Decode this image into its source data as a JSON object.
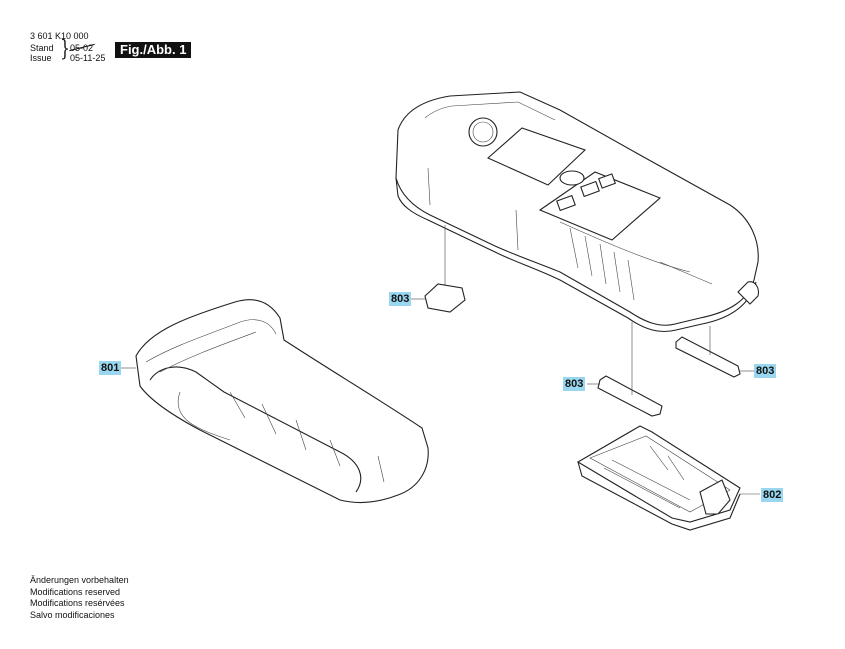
{
  "header": {
    "part_number": "3 601 K10 000",
    "stand_label": "Stand",
    "issue_label": "Issue",
    "date_superseded": "05-02",
    "date_current": "05-11-25",
    "figure_label": "Fig./Abb. 1"
  },
  "callouts": {
    "pouch": "801",
    "battery_cover": "802",
    "pad_left": "803",
    "pad_middle": "803",
    "pad_right": "803"
  },
  "notes": [
    "Änderungen vorbehalten",
    "Modifications reserved",
    "Modifications resérvées",
    "Salvo modificaciones"
  ],
  "colors": {
    "callout_fill": "#99d6ef",
    "figure_label_fill": "#111111"
  }
}
